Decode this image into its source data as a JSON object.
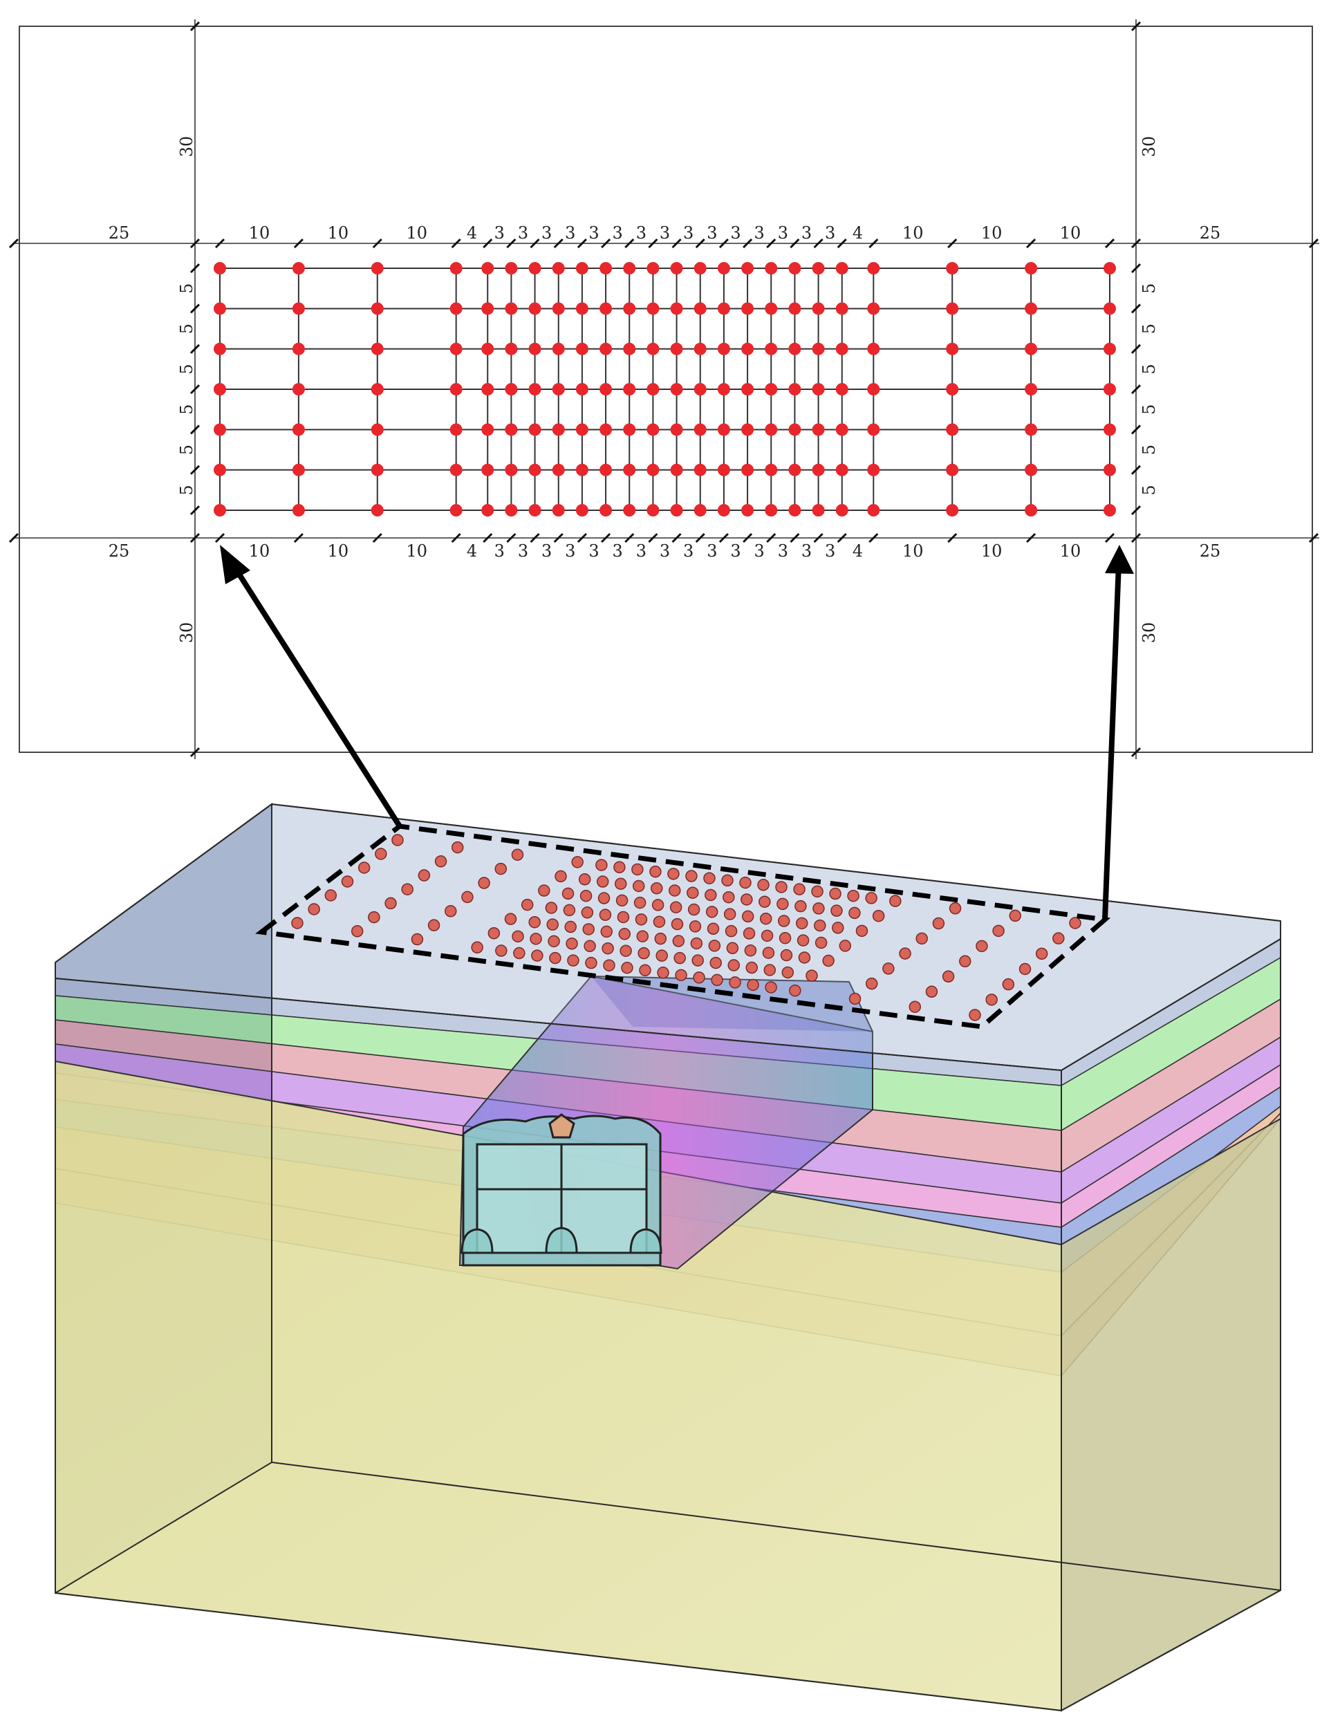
{
  "colors": {
    "monitor_point": "#e8262c",
    "surface_point": "#d8645a",
    "layer_top": "#8fa3c8",
    "layer_green": "#7ee07a",
    "layer_red": "#d87c8a",
    "layer_purple": "#b262e0",
    "layer_pink": "#e06fc8",
    "layer_blue": "#5b79d0",
    "layer_orange": "#e59565",
    "layer_base": "#dede95",
    "arrow": "#000000",
    "outline_dash": "#000000"
  },
  "plan": {
    "top_margin_label": "30",
    "bottom_margin_label": "30",
    "left_margin_label": "25",
    "right_margin_label": "25",
    "x_spacings": [
      "10",
      "10",
      "10",
      "4",
      "3",
      "3",
      "3",
      "3",
      "3",
      "3",
      "3",
      "3",
      "3",
      "3",
      "3",
      "3",
      "3",
      "3",
      "3",
      "4",
      "10",
      "10",
      "10"
    ],
    "y_spacings": [
      "5",
      "5",
      "5",
      "5",
      "5",
      "5"
    ],
    "side_margin_top_label": "30",
    "side_margin_bottom_label": "30"
  },
  "model": {
    "layer_count": 8
  }
}
